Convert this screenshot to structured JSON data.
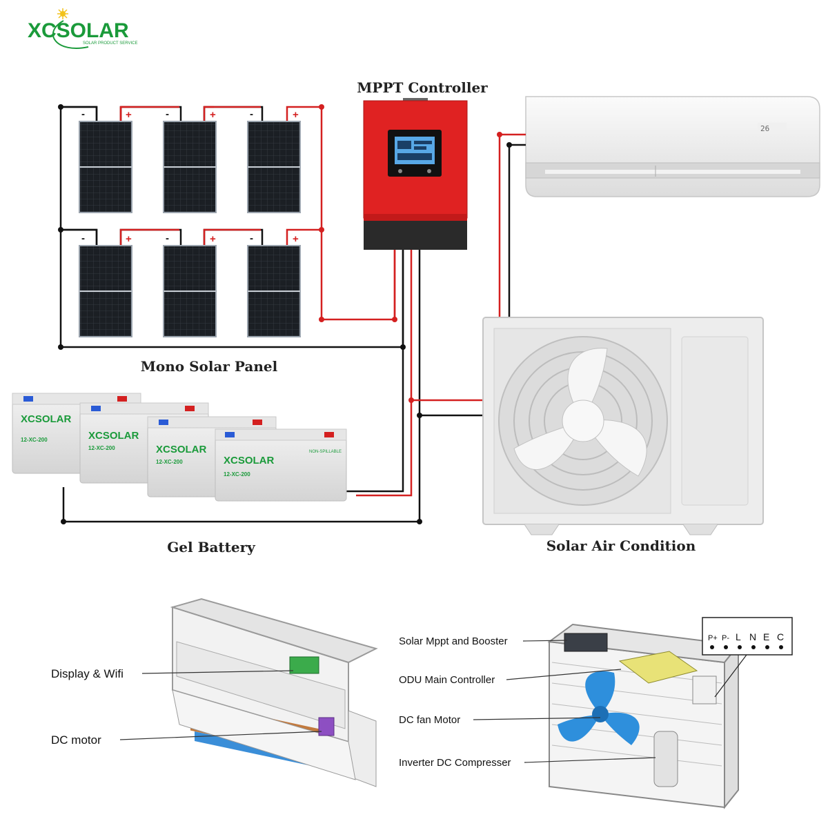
{
  "brand": {
    "name": "XCSOLAR",
    "tagline": "SOLAR PRODUCT SERVICE",
    "color": "#1a9a3a"
  },
  "labels": {
    "mppt_controller": "MPPT Controller",
    "mono_solar_panel": "Mono Solar Panel",
    "gel_battery": "Gel Battery",
    "solar_air_condition": "Solar Air Condition"
  },
  "polarity": {
    "negative": "-",
    "positive": "+"
  },
  "battery": {
    "brand": "XCSOLAR",
    "model": "12-XC-200",
    "tag": "NON-SPILLABLE"
  },
  "indoor_unit": {
    "display_value": "26"
  },
  "indoor_callouts": {
    "display_wifi": "Display & Wifi",
    "dc_motor": "DC motor"
  },
  "outdoor_callouts": {
    "solar_mppt_booster": "Solar Mppt and Booster",
    "odu_main_controller": "ODU Main Controller",
    "dc_fan_motor": "DC fan Motor",
    "inverter_dc_compressor": "Inverter DC Compresser"
  },
  "terminal_block": {
    "labels": [
      "P+",
      "P-",
      "L",
      "N",
      "E",
      "C"
    ]
  },
  "colors": {
    "positive_wire": "#d42020",
    "negative_wire": "#111111",
    "controller_red": "#e02222",
    "panel_cell": "#1b1f24",
    "fan_blue": "#2e8fdc"
  }
}
